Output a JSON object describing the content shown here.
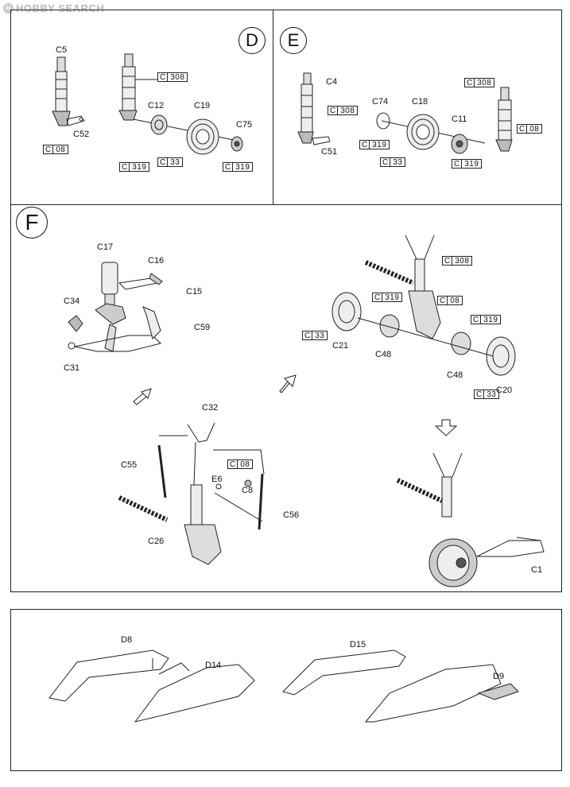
{
  "watermark": "HOBBY SEARCH",
  "steps": {
    "d": "D",
    "e": "E",
    "f": "F"
  },
  "step_d": {
    "parts": {
      "c5": "C5",
      "c52": "C52",
      "c12": "C12",
      "c19": "C19",
      "c75": "C75"
    },
    "boxes": {
      "b08": "08",
      "b308": "308",
      "b319a": "319",
      "b33": "33",
      "b319b": "319"
    },
    "letter": "C"
  },
  "step_e": {
    "parts": {
      "c4": "C4",
      "c51": "C51",
      "c74": "C74",
      "c18": "C18",
      "c11": "C11"
    },
    "boxes": {
      "b308a": "308",
      "b319a": "319",
      "b33": "33",
      "b319b": "319",
      "b308b": "308",
      "b08": "08"
    },
    "letter": "C"
  },
  "step_f": {
    "parts": {
      "c17": "C17",
      "c16": "C16",
      "c15": "C15",
      "c34": "C34",
      "c59": "C59",
      "c31": "C31",
      "c32": "C32",
      "c55": "C55",
      "e6": "E6",
      "c8": "C8",
      "c56": "C56",
      "c26": "C26",
      "c21": "C21",
      "c48a": "C48",
      "c48b": "C48",
      "c20": "C20",
      "c1": "C1"
    },
    "boxes": {
      "b308": "308",
      "b319a": "319",
      "b08a": "08",
      "b319b": "319",
      "b33a": "33",
      "b33b": "33",
      "b08b": "08"
    },
    "letter": "C"
  },
  "bottom": {
    "parts": {
      "d8": "D8",
      "d14": "D14",
      "d15": "D15",
      "d9": "D9"
    }
  }
}
